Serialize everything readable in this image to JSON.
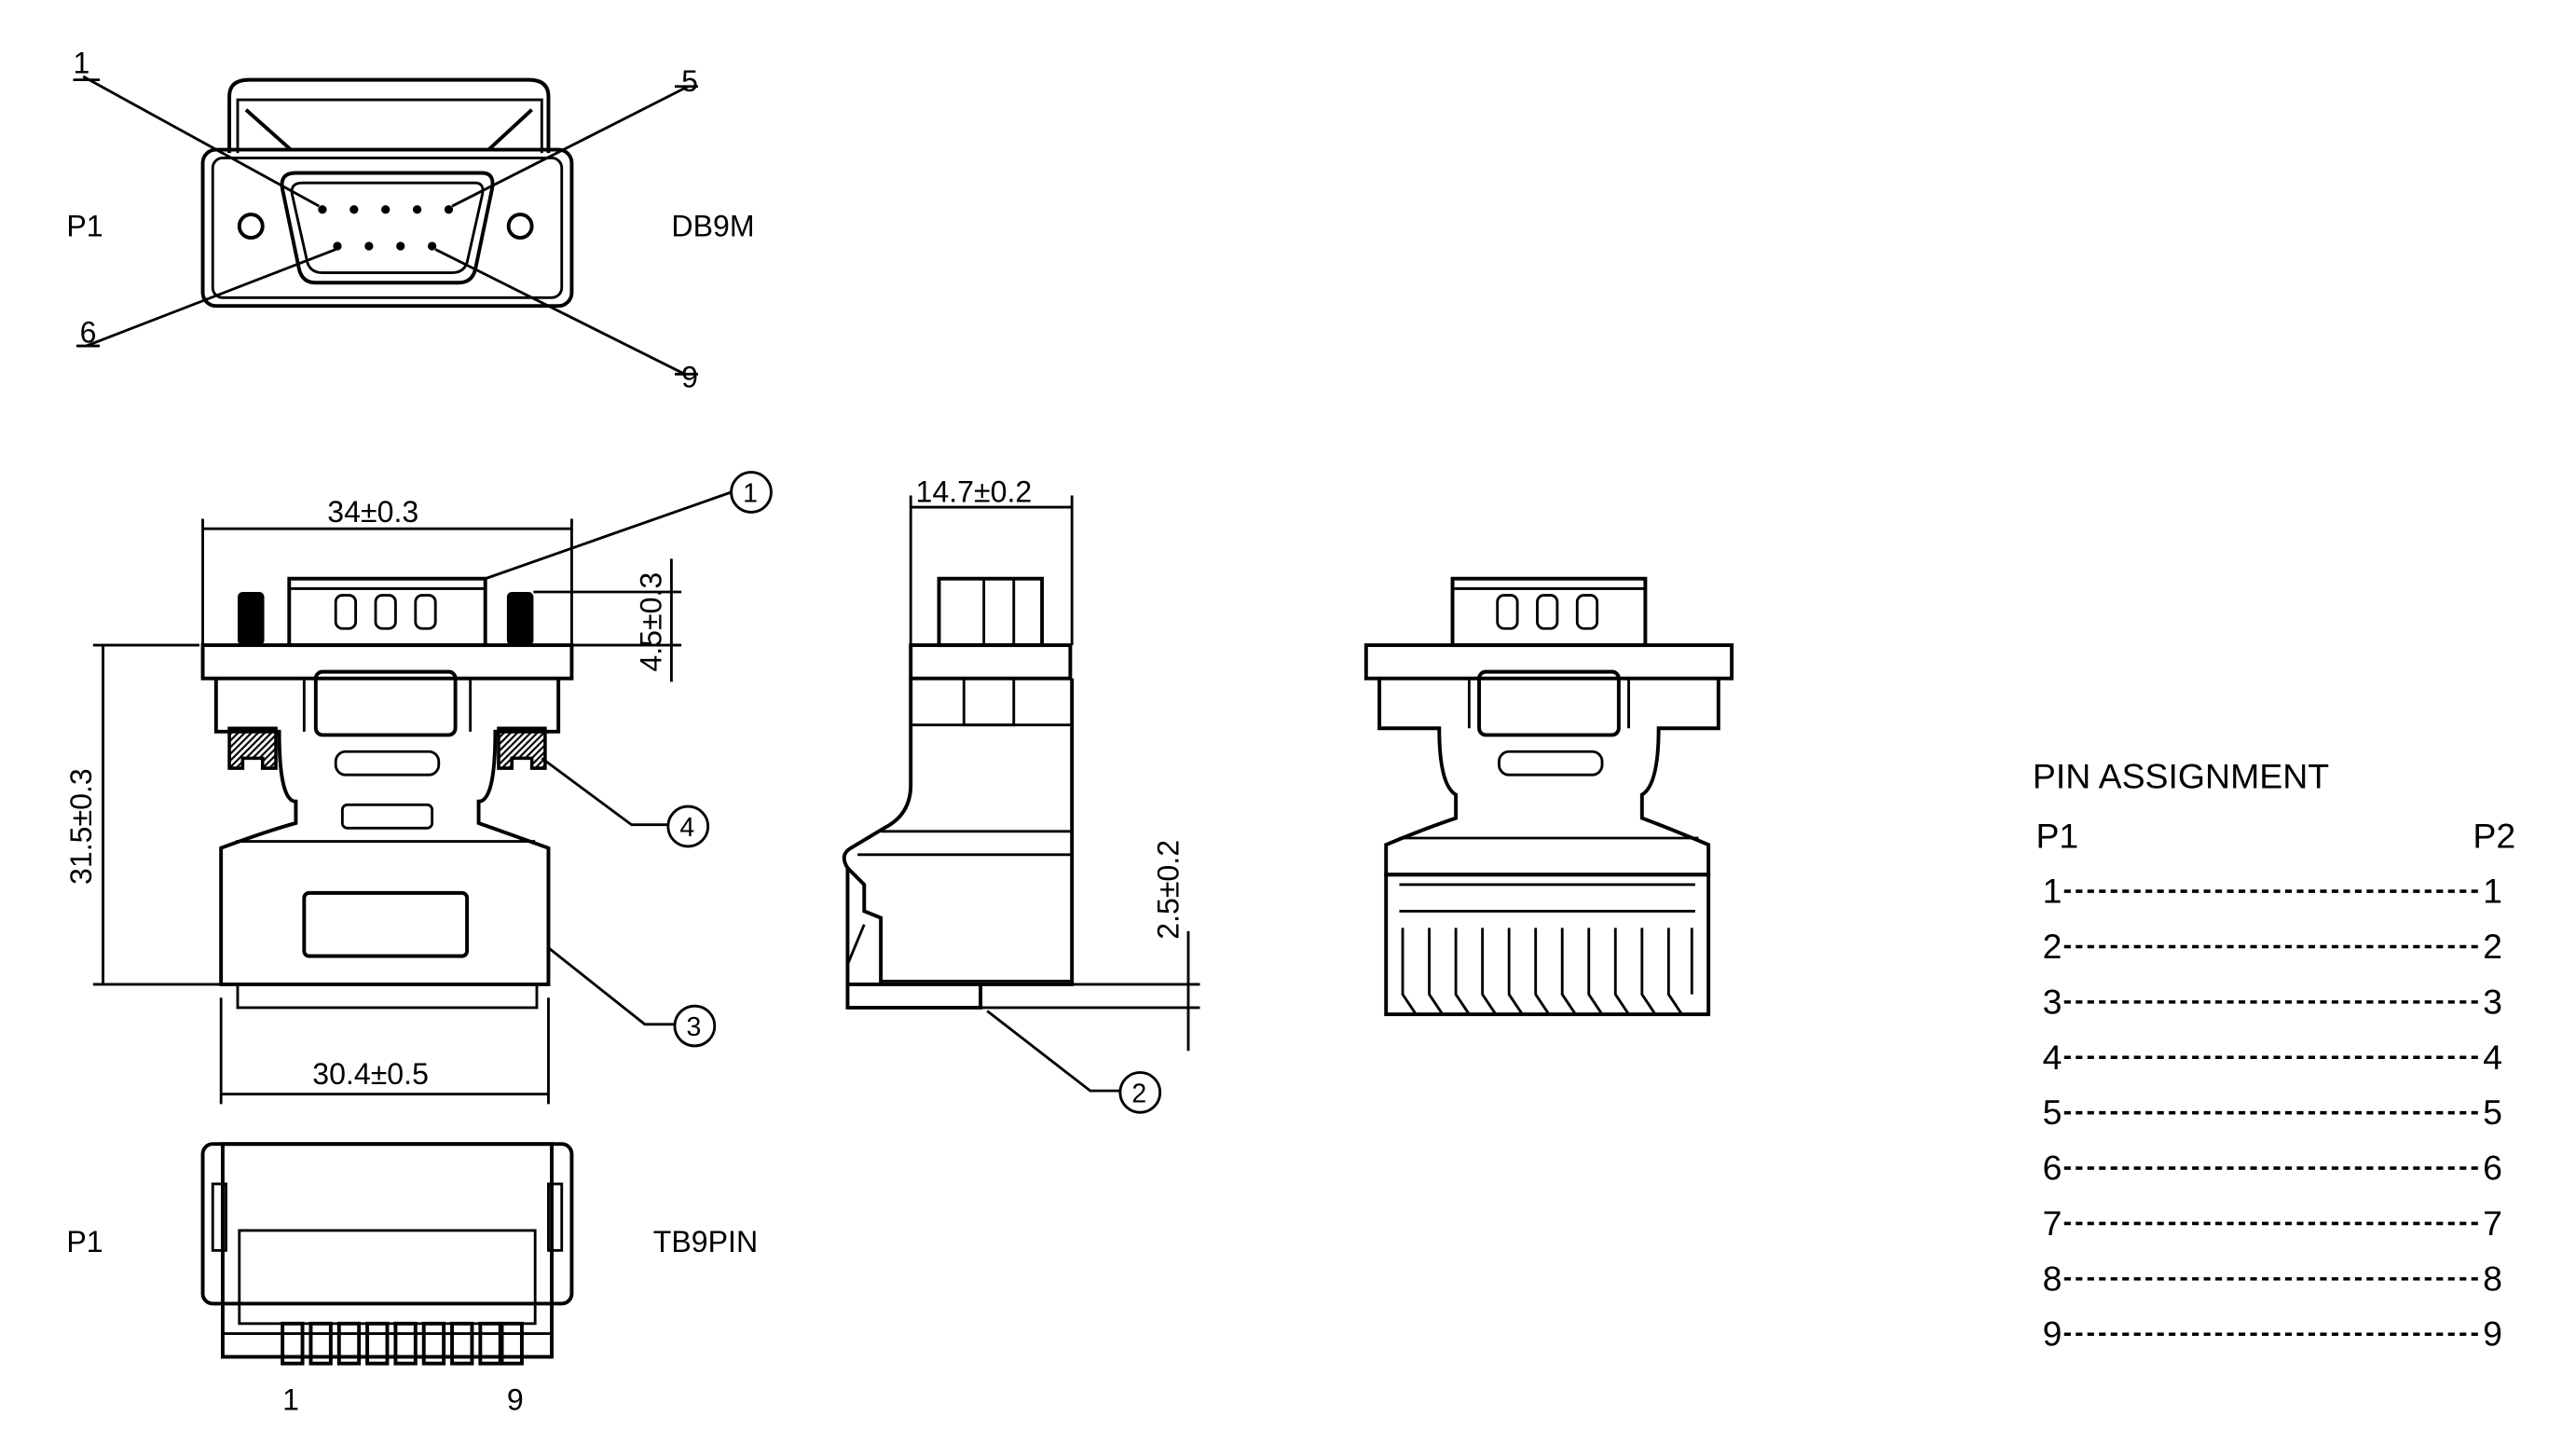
{
  "top_view": {
    "plug_label": "P1",
    "connector_type": "DB9M",
    "callouts": [
      "1",
      "5",
      "6",
      "9"
    ]
  },
  "front_view": {
    "dim_width": "34±0.3",
    "dim_height": "31.5±0.3",
    "dim_tab": "4.5±0.3",
    "dim_base": "30.4±0.5",
    "balloon_1": "1",
    "balloon_3": "3",
    "balloon_4": "4"
  },
  "side_view": {
    "dim_depth": "14.7±0.2",
    "dim_offset": "2.5±0.2",
    "balloon_2": "2"
  },
  "bottom_view": {
    "plug_label": "P1",
    "connector_type": "TB9PIN",
    "pin_first": "1",
    "pin_last": "9"
  },
  "pin_assignment": {
    "title": "PIN  ASSIGNMENT",
    "header_left": "P1",
    "header_right": "P2",
    "rows": [
      {
        "left": "1",
        "right": "1"
      },
      {
        "left": "2",
        "right": "2"
      },
      {
        "left": "3",
        "right": "3"
      },
      {
        "left": "4",
        "right": "4"
      },
      {
        "left": "5",
        "right": "5"
      },
      {
        "left": "6",
        "right": "6"
      },
      {
        "left": "7",
        "right": "7"
      },
      {
        "left": "8",
        "right": "8"
      },
      {
        "left": "9",
        "right": "9"
      }
    ]
  }
}
